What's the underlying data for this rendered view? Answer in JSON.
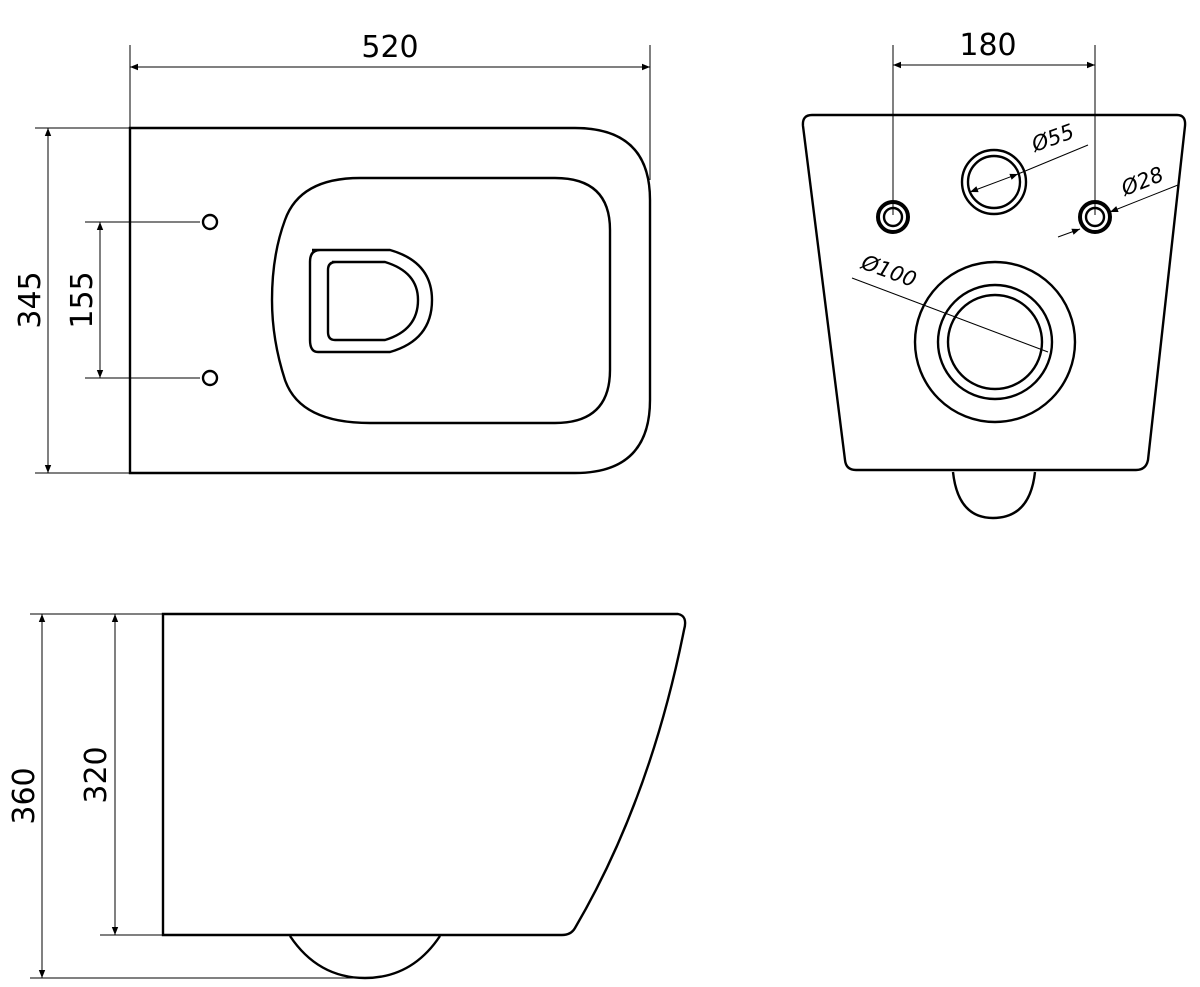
{
  "top_view": {
    "width_label": "520",
    "depth_label": "345",
    "hole_spacing_label": "155"
  },
  "back_view": {
    "bolt_spacing_label": "180",
    "inlet_label": "Ø55",
    "bolt_label": "Ø28",
    "outlet_label": "Ø100"
  },
  "side_view": {
    "total_height_label": "360",
    "body_height_label": "320"
  }
}
